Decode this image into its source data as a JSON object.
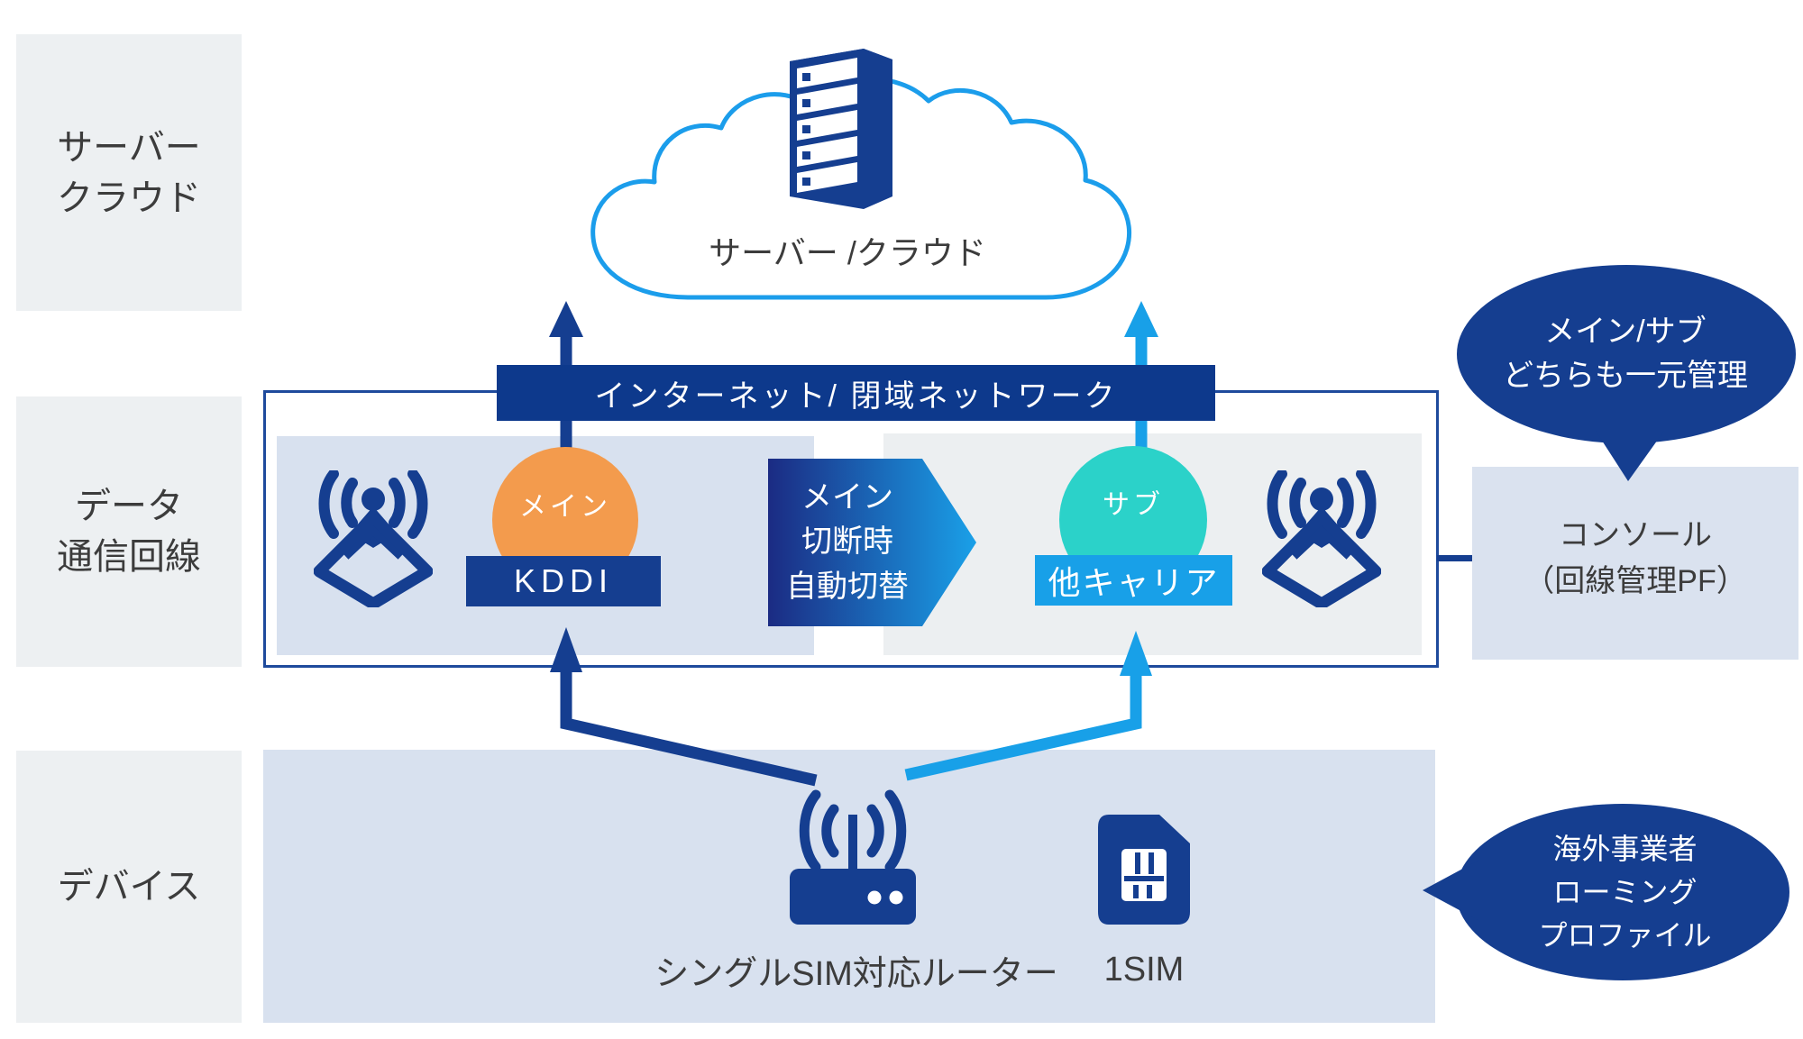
{
  "colors": {
    "navy": "#153e90",
    "banner_navy": "#0d398c",
    "bright_blue": "#18a0e8",
    "cloud_outline": "#1b9deb",
    "teal": "#2bd2c9",
    "orange": "#f39b4d",
    "panel_blue": "#d8e1ef",
    "panel_gray": "#eceff1",
    "label_gray": "#edf0f2",
    "console_bg": "#dae2ef"
  },
  "row_labels": {
    "server_cloud": "サーバー\nクラウド",
    "data_line": "データ\n通信回線",
    "device": "デバイス"
  },
  "cloud": {
    "label": "サーバー /クラウド"
  },
  "banner": {
    "label": "インターネット/ 閉域ネットワーク"
  },
  "lines": {
    "main": {
      "badge": "メイン",
      "carrier": "KDDI"
    },
    "failover": {
      "label": "メイン\n切断時\n自動切替"
    },
    "sub": {
      "badge": "サブ",
      "carrier": "他キャリア"
    }
  },
  "console": {
    "bubble": "メイン/サブ\nどちらも一元管理",
    "label": "コンソール\n（回線管理PF）"
  },
  "devices": {
    "router_label": "シングルSIM対応ルーター",
    "sim_label": "1SIM",
    "bubble": "海外事業者\nローミング\nプロファイル"
  }
}
